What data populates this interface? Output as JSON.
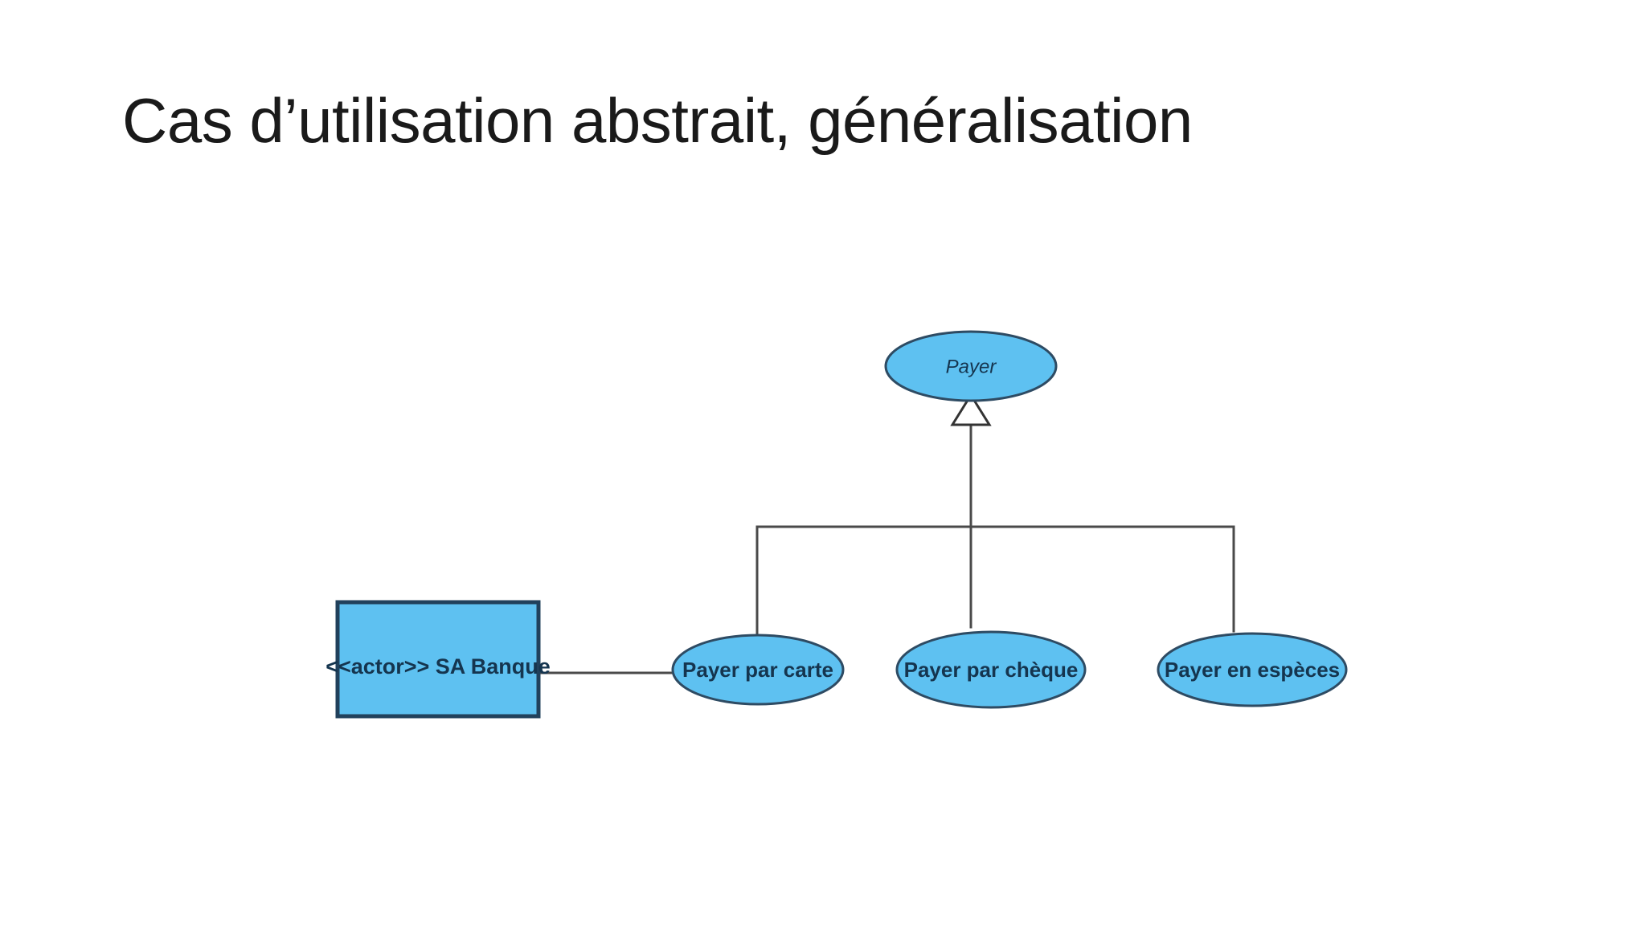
{
  "slide": {
    "title": "Cas d’utilisation abstrait, généralisation",
    "background_color": "#FFFFFF"
  },
  "diagram": {
    "type": "uml-use-case-diagram",
    "colors": {
      "node_fill": "#5EC1F1",
      "node_stroke": "#2E4B63",
      "actor_stroke": "#21415C",
      "edge_stroke": "#4A4A4A",
      "label_text": "#15354F",
      "arrowhead_fill": "#FFFFFF"
    },
    "abstract_use_case": {
      "label": "Payer",
      "style": "italic",
      "is_abstract": true
    },
    "actor": {
      "stereotype": "<<actor>>",
      "name": "SA Banque",
      "label": "<<actor>> SA Banque",
      "shape": "rectangle"
    },
    "specialized_use_cases": [
      {
        "label": "Payer par carte",
        "shape": "ellipse"
      },
      {
        "label": "Payer par chèque",
        "shape": "ellipse"
      },
      {
        "label": "Payer en espèces",
        "shape": "ellipse"
      }
    ],
    "relationships": [
      {
        "type": "generalization",
        "from": "Payer par carte",
        "to": "Payer",
        "arrowhead": "hollow-triangle"
      },
      {
        "type": "generalization",
        "from": "Payer par chèque",
        "to": "Payer",
        "arrowhead": "hollow-triangle"
      },
      {
        "type": "generalization",
        "from": "Payer en espèces",
        "to": "Payer",
        "arrowhead": "hollow-triangle"
      },
      {
        "type": "association",
        "from": "<<actor>> SA Banque",
        "to": "Payer par carte",
        "arrowhead": "none"
      }
    ]
  }
}
